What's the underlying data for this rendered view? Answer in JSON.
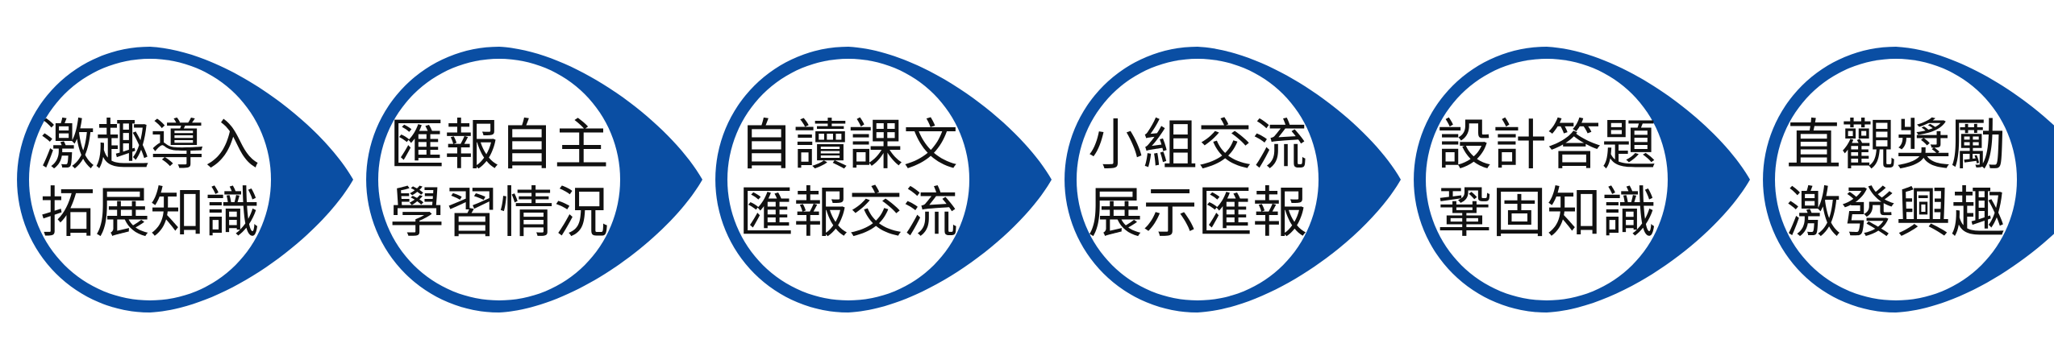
{
  "colors": {
    "accent": "#0a4ea3",
    "fill": "#ffffff",
    "text": "#111111"
  },
  "steps": [
    {
      "line1": "激趣導入",
      "line2": "拓展知識"
    },
    {
      "line1": "匯報自主",
      "line2": "學習情況"
    },
    {
      "line1": "自讀課文",
      "line2": "匯報交流"
    },
    {
      "line1": "小組交流",
      "line2": "展示匯報"
    },
    {
      "line1": "設計答題",
      "line2": "鞏固知識"
    },
    {
      "line1": "直觀獎勵",
      "line2": "激發興趣"
    }
  ]
}
